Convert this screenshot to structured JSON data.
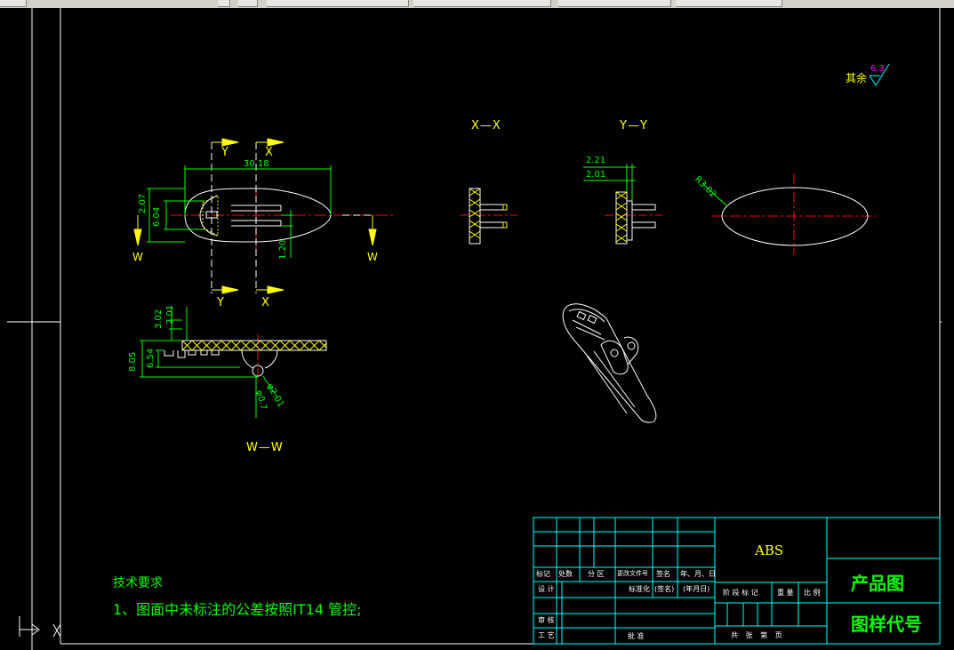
{
  "window": {
    "tabs": [
      "",
      "",
      "",
      "",
      "",
      "",
      ""
    ]
  },
  "drawing": {
    "sections": {
      "xx": "X—X",
      "yy": "Y—Y",
      "ww": "W—W"
    },
    "markers": {
      "y": "Y",
      "x": "X",
      "w": "W"
    },
    "roughness": {
      "label": "其余",
      "value": "6.3"
    },
    "dims": {
      "d1": "30.18",
      "d2": "2.07",
      "d3": "6.04",
      "d4": "1.20",
      "d5": "2.21",
      "d6": "2.01",
      "d7": "R3.02",
      "d8": "3.02",
      "d9": "2.01",
      "d10": "8.05",
      "d11": "6.54",
      "d12": "φ2.01",
      "d13": "φ0.7"
    },
    "notes": {
      "title": "技术要求",
      "line1": "1、图面中未标注的公差按照IT14 管控;"
    },
    "titleblock": {
      "material": "ABS",
      "product": "产品图",
      "drawing_no": "图样代号",
      "h1": "标记",
      "h2": "处数",
      "h3": "分 区",
      "h4": "更改文件号",
      "h5": "签名",
      "h6": "年、月、日",
      "r1": "设 计",
      "r2": "标准化",
      "r3": "(签名)",
      "r4": "(年月日)",
      "stage": "阶 段 标 记",
      "weight": "重 量",
      "scale": "比 例",
      "check": "审 核",
      "process": "工 艺",
      "approve": "批 准",
      "sheets": "共  张  第  页"
    },
    "colors": {
      "background": "#000000",
      "outline": "#ffffff",
      "centerline": "#ff0000",
      "dimension": "#00ff00",
      "hatch": "#ffff00",
      "titleblock": "#00ffff"
    }
  }
}
